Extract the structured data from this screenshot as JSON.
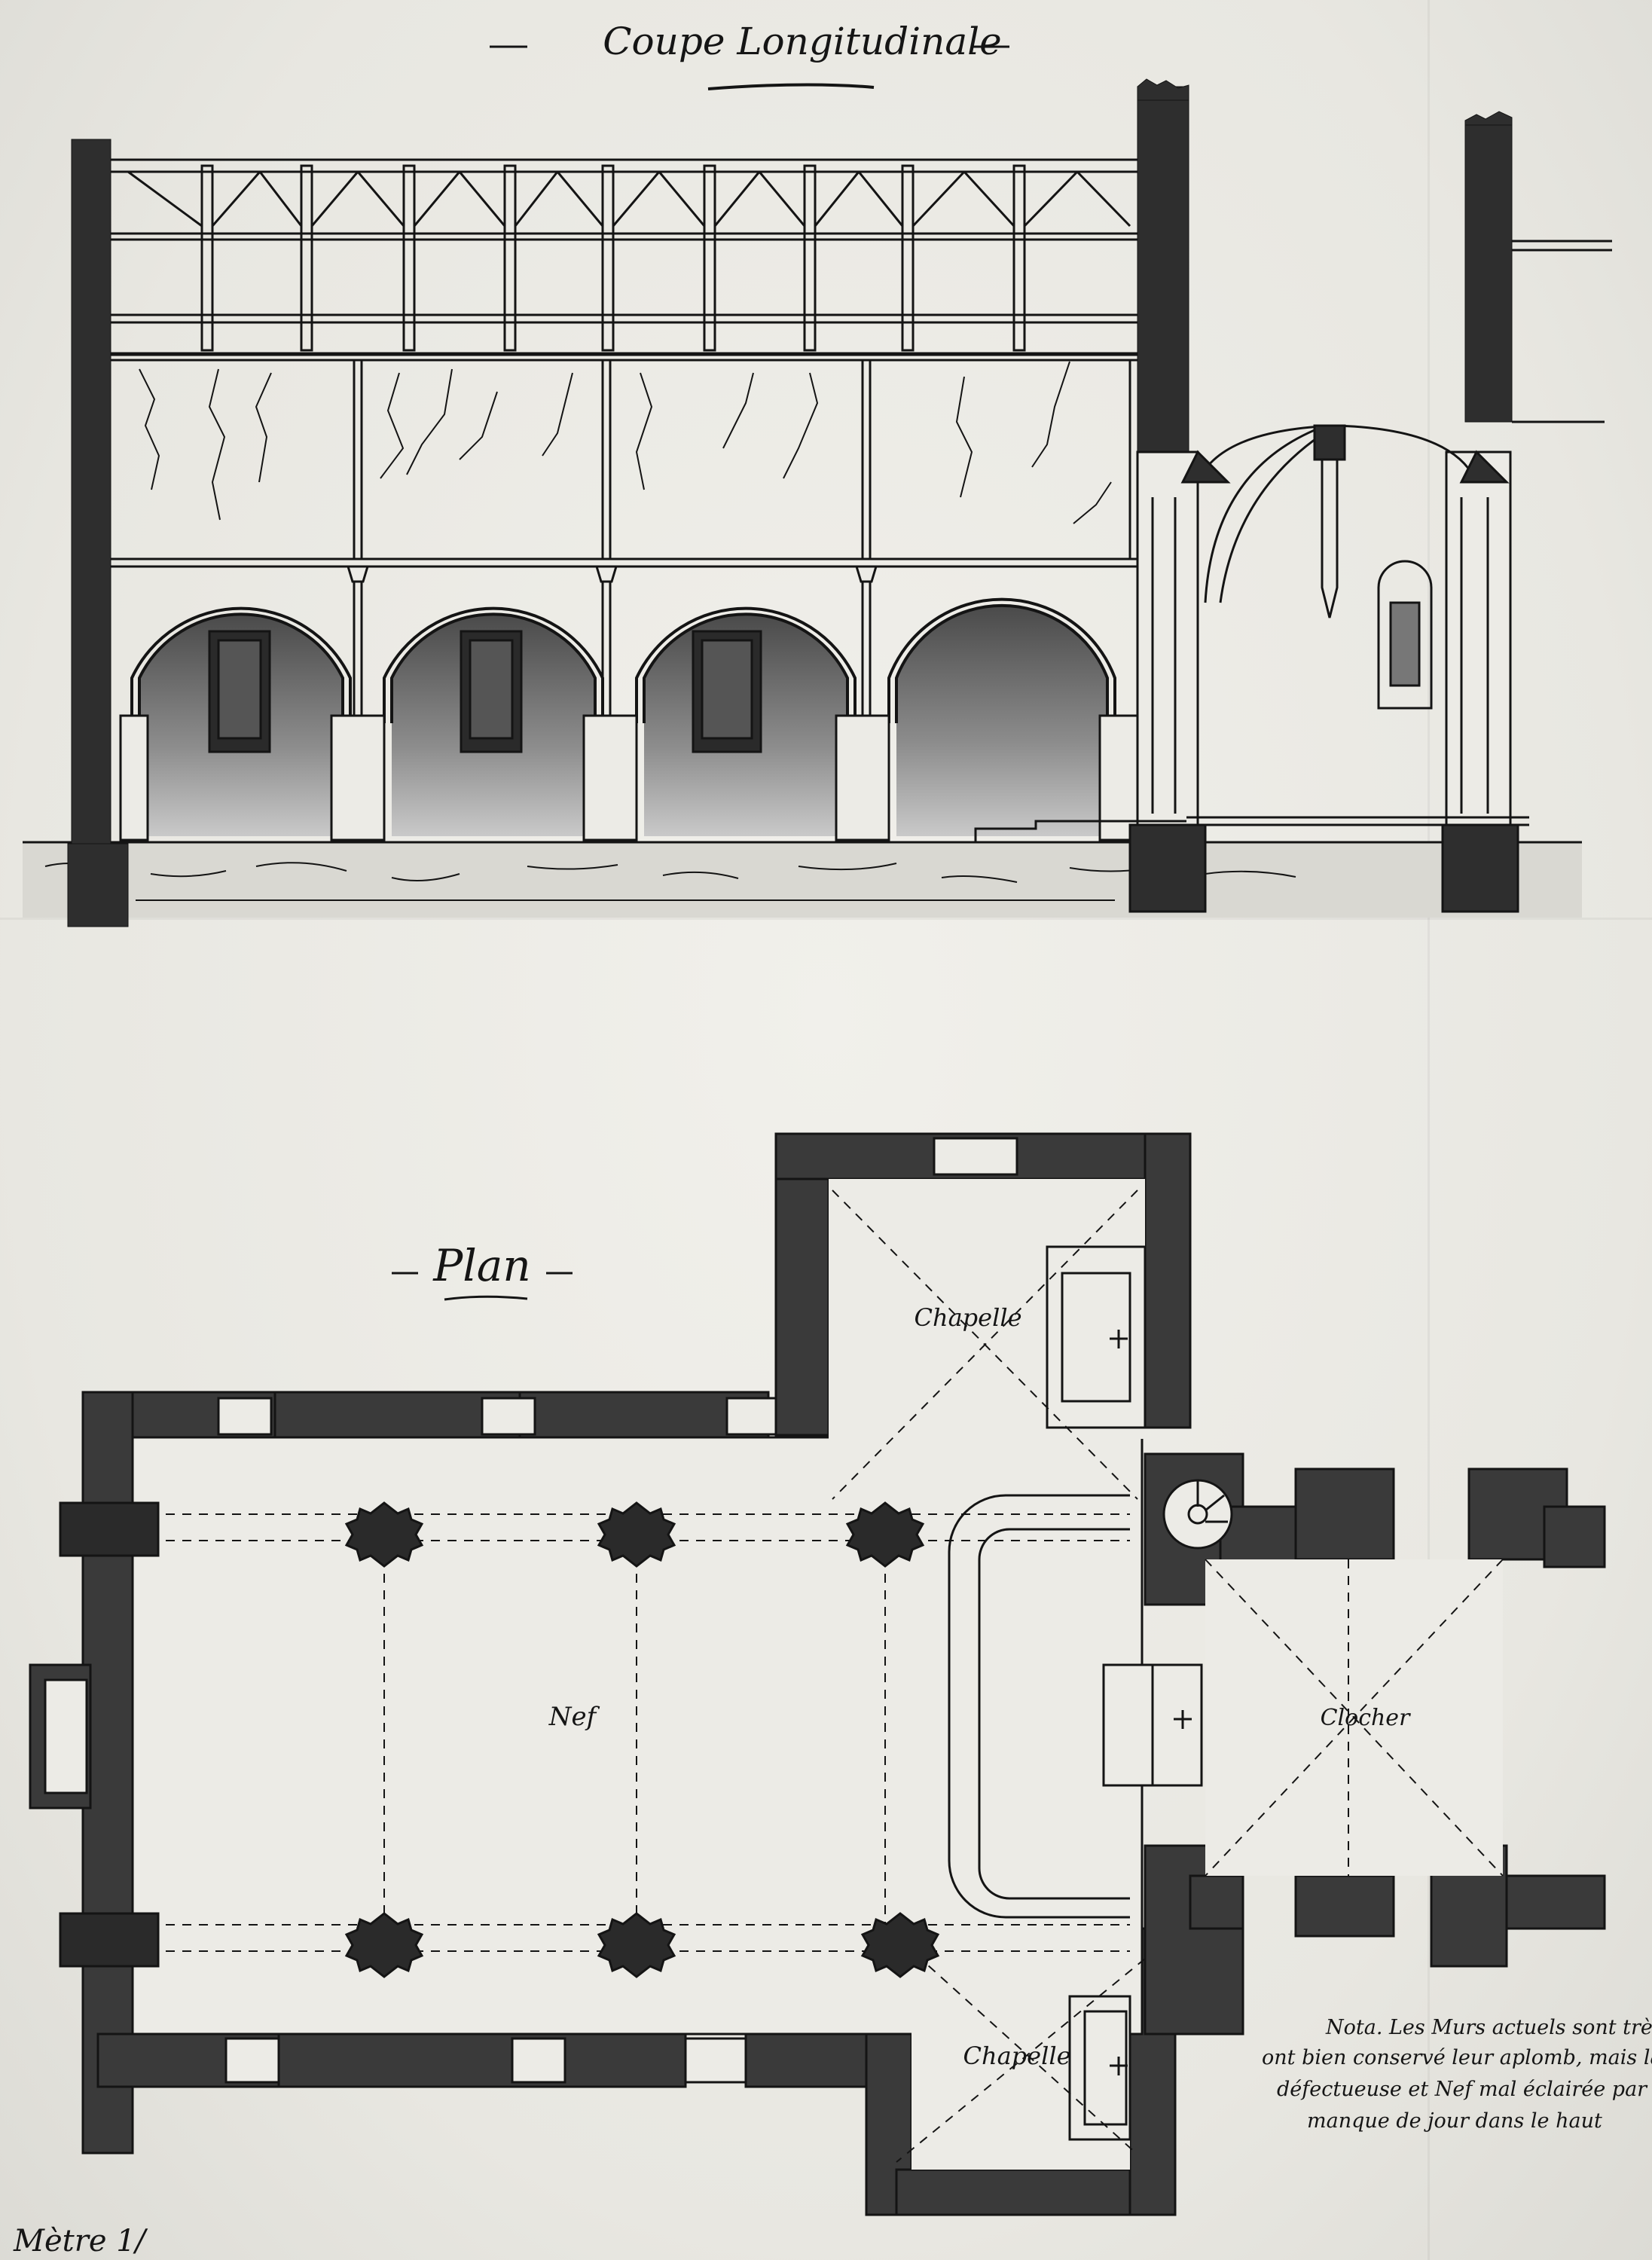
{
  "drawing": {
    "section_title": "Coupe Longitudinale",
    "plan_title": "Plan",
    "labels": {
      "chapelle_north": "Chapelle",
      "chapelle_south": "Chapelle",
      "nef": "Nef",
      "clocher": "Clocher"
    },
    "note": [
      "Nota. Les Murs actuels sont très",
      "ont bien conservé leur aplomb, mais la",
      "défectueuse et Nef mal éclairée par",
      "manque de jour dans le haut"
    ],
    "scale_text": "Mètre 1/"
  },
  "colors": {
    "ink": "#141414",
    "wall_fill": "#3a3a3a",
    "wash": "#8f8f8f",
    "paper": "#ecebe6"
  }
}
